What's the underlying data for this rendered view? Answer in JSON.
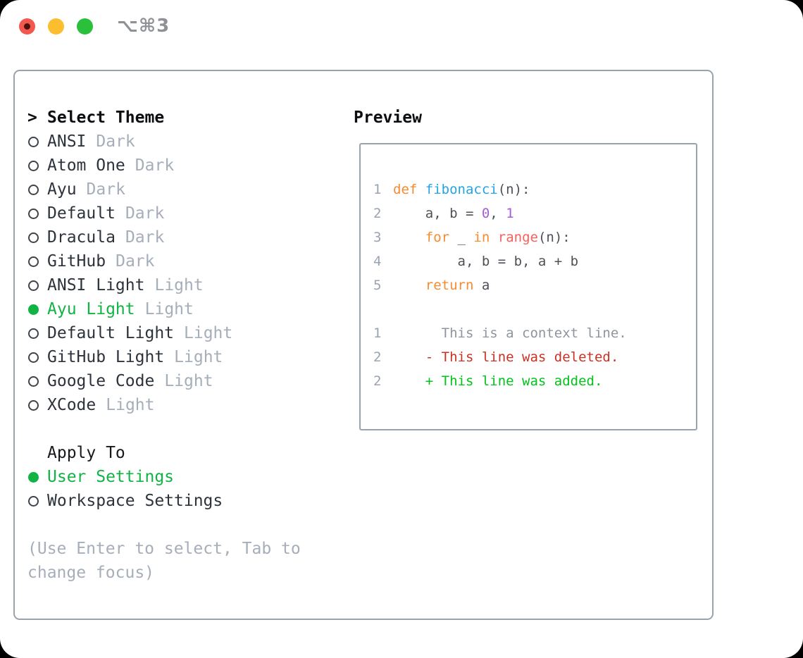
{
  "window": {
    "title": "⌥⌘3",
    "traffic_lights": [
      "close",
      "minimize",
      "zoom"
    ]
  },
  "colors": {
    "accent_green": "#11b444",
    "panel_border": "#9aa2ad",
    "item_text": "#2d333b",
    "muted_text": "#a5aeb9"
  },
  "theme_list": {
    "marker": ">",
    "header": "Select Theme",
    "items": [
      {
        "name": "ANSI",
        "tag": "Dark",
        "selected": false
      },
      {
        "name": "Atom One",
        "tag": "Dark",
        "selected": false
      },
      {
        "name": "Ayu",
        "tag": "Dark",
        "selected": false
      },
      {
        "name": "Default",
        "tag": "Dark",
        "selected": false
      },
      {
        "name": "Dracula",
        "tag": "Dark",
        "selected": false
      },
      {
        "name": "GitHub",
        "tag": "Dark",
        "selected": false
      },
      {
        "name": "ANSI Light",
        "tag": "Light",
        "selected": false
      },
      {
        "name": "Ayu Light",
        "tag": "Light",
        "selected": true
      },
      {
        "name": "Default Light",
        "tag": "Light",
        "selected": false
      },
      {
        "name": "GitHub Light",
        "tag": "Light",
        "selected": false
      },
      {
        "name": "Google Code",
        "tag": "Light",
        "selected": false
      },
      {
        "name": "XCode",
        "tag": "Light",
        "selected": false
      }
    ]
  },
  "apply_to": {
    "header": "Apply To",
    "options": [
      {
        "name": "User Settings",
        "selected": true
      },
      {
        "name": "Workspace Settings",
        "selected": false
      }
    ]
  },
  "hint": "(Use Enter to select, Tab to change focus)",
  "preview": {
    "header": "Preview",
    "palette": {
      "keyword": "#f98a2d",
      "function": "#22a4e6",
      "builtin": "#f9605c",
      "number": "#a45bd6",
      "text": "#4c5158",
      "context": "#8e959e",
      "deleted": "#c93122",
      "added": "#00c319"
    },
    "lines": [
      {
        "num": "1",
        "tokens": [
          [
            "keyword",
            "def"
          ],
          [
            "text",
            " "
          ],
          [
            "function",
            "fibonacci"
          ],
          [
            "text",
            "(n):"
          ]
        ]
      },
      {
        "num": "2",
        "tokens": [
          [
            "text",
            "    a, b = "
          ],
          [
            "number",
            "0"
          ],
          [
            "text",
            ", "
          ],
          [
            "number",
            "1"
          ]
        ]
      },
      {
        "num": "3",
        "tokens": [
          [
            "text",
            "    "
          ],
          [
            "keyword",
            "for"
          ],
          [
            "text",
            " _ "
          ],
          [
            "keyword",
            "in"
          ],
          [
            "text",
            " "
          ],
          [
            "builtin",
            "range"
          ],
          [
            "text",
            "(n):"
          ]
        ]
      },
      {
        "num": "4",
        "tokens": [
          [
            "text",
            "        a, b = b, a + b"
          ]
        ]
      },
      {
        "num": "5",
        "tokens": [
          [
            "text",
            "    "
          ],
          [
            "keyword",
            "return"
          ],
          [
            "text",
            " a"
          ]
        ]
      },
      {
        "num": "",
        "tokens": []
      },
      {
        "num": "1",
        "tokens": [
          [
            "context",
            "      This is a context line."
          ]
        ]
      },
      {
        "num": "2",
        "tokens": [
          [
            "deleted",
            "    - This line was deleted."
          ]
        ]
      },
      {
        "num": "2",
        "tokens": [
          [
            "added",
            "    + This line was added."
          ]
        ]
      }
    ]
  }
}
